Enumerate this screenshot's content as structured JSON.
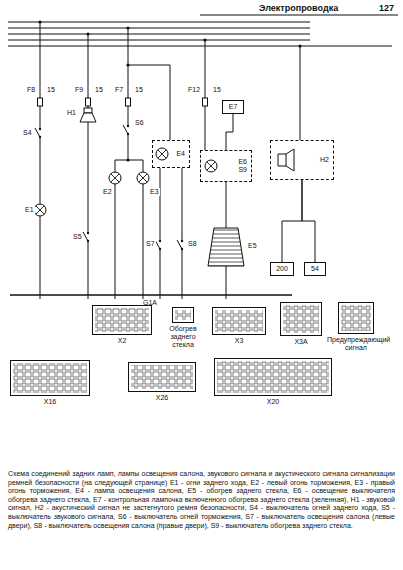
{
  "diagram": {
    "caption": "Схема соединений задних ламп, лампы освещения салона, звукового сигнала и акустического сигнала сигнализации ремней безопасности (на следующей странице) E1 - огни заднего хода, E2 - левый огонь торможения, E3 - правый огонь торможения, E4 - лампа освещения салона, E5 - обогрев заднего стекла, E6 - освещение выключателя обогрева заднего стекла, E7 - контрольная лампочка включенного обогрева заднего стекла (зеленная), H1 - звуковой сигнал, H2 - акустический сигнал не застегнутого ремня безопасности, S4 - выключатель огней заднего хода, S5 - выключатель звукового сигнала, S6 - выключатель огней торможения, S7 - выключатель освещения салона (левые двери), S8 - выключатель освещения салона (правые двери), S9 - выключатель обогрева заднего стекла.",
    "nodes": [
      {
        "text": [
          "E7"
        ]
      },
      {
        "text": [
          "E4"
        ]
      },
      {
        "text": [
          "E6",
          "S9"
        ]
      },
      {
        "text": [
          "H2"
        ]
      },
      {
        "text": [
          "200"
        ]
      },
      {
        "text": [
          "54"
        ]
      },
      {
        "text": [
          "X2"
        ]
      },
      {
        "text": [
          "Обогрев заднего стекла"
        ]
      },
      {
        "text": [
          "X3"
        ]
      },
      {
        "text": [
          "X3A"
        ]
      },
      {
        "text": [
          "Предупреждающий сигнал"
        ]
      },
      {
        "text": [
          "X16"
        ]
      },
      {
        "text": [
          "X26"
        ]
      },
      {
        "text": [
          "X20"
        ]
      }
    ],
    "edges": [
      {
        "from": 0,
        "to": 2,
        "arrow": "none"
      },
      {
        "from": 3,
        "to": 4,
        "arrow": "none"
      },
      {
        "from": 3,
        "to": 5,
        "arrow": "none"
      }
    ],
    "labels": [
      "Электропроводка",
      "127",
      "F8",
      "15",
      "F9",
      "15",
      "F7",
      "15",
      "F12",
      "15",
      "E1",
      "S4",
      "H1",
      "S5",
      "S6",
      "E2",
      "E3",
      "S7",
      "S8",
      "E5",
      "G1A"
    ]
  }
}
